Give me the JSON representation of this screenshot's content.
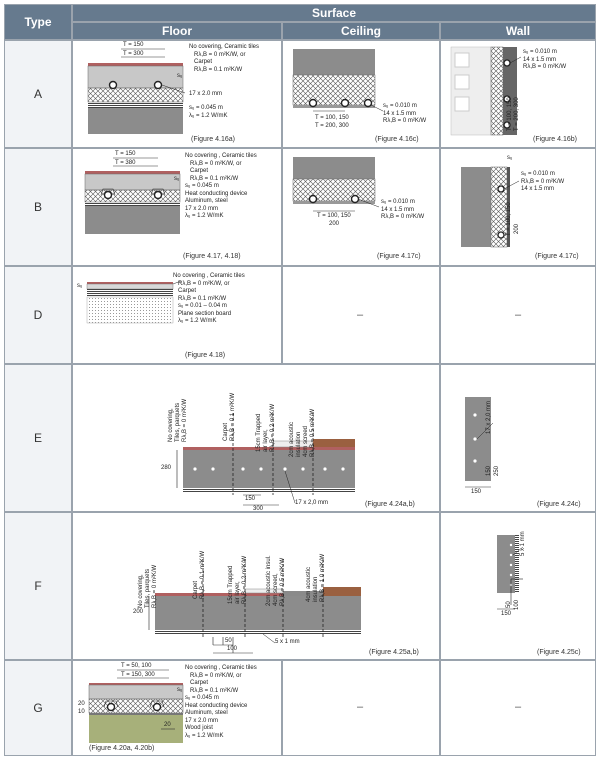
{
  "header": {
    "type_label": "Type",
    "surface_label": "Surface",
    "floor_label": "Floor",
    "ceiling_label": "Ceiling",
    "wall_label": "Wall"
  },
  "rows": [
    {
      "type": "A",
      "floor": {
        "caption": "(Figure 4.16a)",
        "t1": "T = 150",
        "t2": "T = 300",
        "notes": "No covering, Ceramic tiles\n   Rλ,B = 0 m²K/W, or\n   Carpet\n   Rλ,B = 0.1 m²K/W",
        "pipe": "17 x 2.0 mm",
        "props": "sᵤ = 0.045 m\nλᵤ = 1.2 W/mK",
        "su": "sᵤ"
      },
      "ceiling": {
        "caption": "(Figure 4.16c)",
        "notes": "sᵤ = 0.010 m\n14 x 1.5 mm\nRλ,B = 0 m²K/W",
        "t1": "T = 100, 150",
        "t2": "T = 200, 300"
      },
      "wall": {
        "caption": "(Figure 4.16b)",
        "notes": "sᵤ = 0.010 m\n14 x 1.5 mm\nRλ,B = 0 m²K/W",
        "t": "T = 100, 150\nT = 200, 300"
      }
    },
    {
      "type": "B",
      "floor": {
        "caption": "(Figure 4.17, 4.18)",
        "t1": "T = 150",
        "t2": "T = 380",
        "notes": "No covering , Ceramic tiles\n   Rλ,B = 0 m²K/W, or\n   Carpet\n   Rλ,B = 0.1 m²K/W\nsᵤ = 0.045 m\nHeat conducting device\nAluminum, steel\n17 x 2.0 mm\nλᵤ = 1.2 W/mK",
        "su": "sᵤ"
      },
      "ceiling": {
        "caption": "(Figure 4.17c)",
        "notes": "sᵤ = 0.010 m\n14 x 1.5 mm\nRλ,B = 0 m²K/W",
        "t1": "T = 100, 150",
        "t2": "200"
      },
      "wall": {
        "caption": "(Figure 4.17c)",
        "notes": "sᵤ = 0.010 m\nRλ,B = 0 m²K/W\n14 x 1.5 mm",
        "t": "T = 100, 150",
        "t2": "200",
        "su": "sᵤ"
      }
    },
    {
      "type": "D",
      "floor": {
        "caption": "(Figure 4.18)",
        "notes": "No covering , Ceramic tiles\n   Rλ,B = 0 m²K/W, or\n   Carpet\n   Rλ,B = 0.1 m²K/W\n   sᵤ = 0.01 – 0.04 m\n   Plane section board\n   λᵤ = 1.2 W/mK",
        "su": "sᵤ"
      },
      "ceiling_text": "–",
      "wall_text": "–"
    },
    {
      "type": "E",
      "floor": {
        "caption": "(Figure 4.24a,b)",
        "labels": [
          "No covering,\nTiles, parquets\nRλ,B = 0 m²K/W",
          "Carpet\nRλ,B = 0.1 m²K/W",
          "15cm Trapped\nair layer,\nRλ,B = 0.2 m²K/W",
          "2cm acoustic\ninsulation\n4cm screed\nRλ,B = 0.5 m²K/W"
        ],
        "height": "280",
        "dim1": "150",
        "dim2": "300",
        "pipe": "17 x 2,0 mm"
      },
      "wall": {
        "caption": "(Figure 4.24c)",
        "pipe": "17 x 2,0 mm",
        "d1": "150",
        "d2": "250",
        "w": "150"
      }
    },
    {
      "type": "F",
      "floor": {
        "caption": "(Figure 4.25a,b)",
        "labels": [
          "No covering,\nTiles, parquets\nRλ,B = 0 m²K/W",
          "Carpet\nRλ,B = 0.1 m²K/W",
          "15cm Trapped\nair layer,\nRλ,B = 0.2 m²K/W",
          "2cm acoustic insul.\n4cm screed,\nRλ,B = 0.5 m²K/W",
          "4cm acoustic\ninsulation\nRλ,B = 1.0 m²K/W"
        ],
        "height": "200",
        "dim1": "50",
        "dim2": "100",
        "pipe": "5 x 1 mm"
      },
      "wall": {
        "caption": "(Figure 4.25c)",
        "pipe": "5 x 1 mm",
        "d1": "50",
        "d2": "100",
        "w": "150"
      }
    },
    {
      "type": "G",
      "floor": {
        "caption": "(Figure 4.20a, 4.20b)",
        "t1": "T = 50, 100",
        "t2": "T = 150, 300",
        "notes": "No covering , Ceramic tiles\n   Rλ,B = 0 m²K/W, or\n   Carpet\n   Rλ,B = 0.1 m²K/W\nsᵤ = 0.045 m\nHeat conducting device\nAluminum, steel\n17 x 2.0 mm\nWood joist\nλᵤ = 1.2 W/mK",
        "d20a": "20",
        "d10": "10",
        "d20b": "20",
        "su": "sᵤ"
      },
      "ceiling_text": "–",
      "wall_text": "–"
    }
  ]
}
